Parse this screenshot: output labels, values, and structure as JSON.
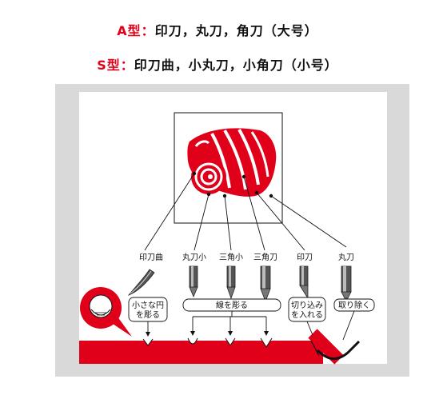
{
  "header": {
    "line1_prefix": "A型",
    "line1_sep": "：",
    "line1_text": "印刀，丸刀，角刀（大号）",
    "line2_prefix": "S型",
    "line2_sep": "：",
    "line2_text": "印刀曲，小丸刀，小角刀（小号）"
  },
  "tools": [
    {
      "name": "印刀曲"
    },
    {
      "name": "丸刀小"
    },
    {
      "name": "三角小"
    },
    {
      "name": "三角刀"
    },
    {
      "name": "印刀"
    },
    {
      "name": "丸刀"
    }
  ],
  "callouts": {
    "small_circle": [
      "小さな円",
      "を彫る"
    ],
    "carve_lines": "線を彫る",
    "cut_in": [
      "切り込み",
      "を入れる"
    ],
    "remove": "取り除く"
  },
  "colors": {
    "accent": "#e0001a",
    "panel_bg": "#d9d9d9"
  }
}
